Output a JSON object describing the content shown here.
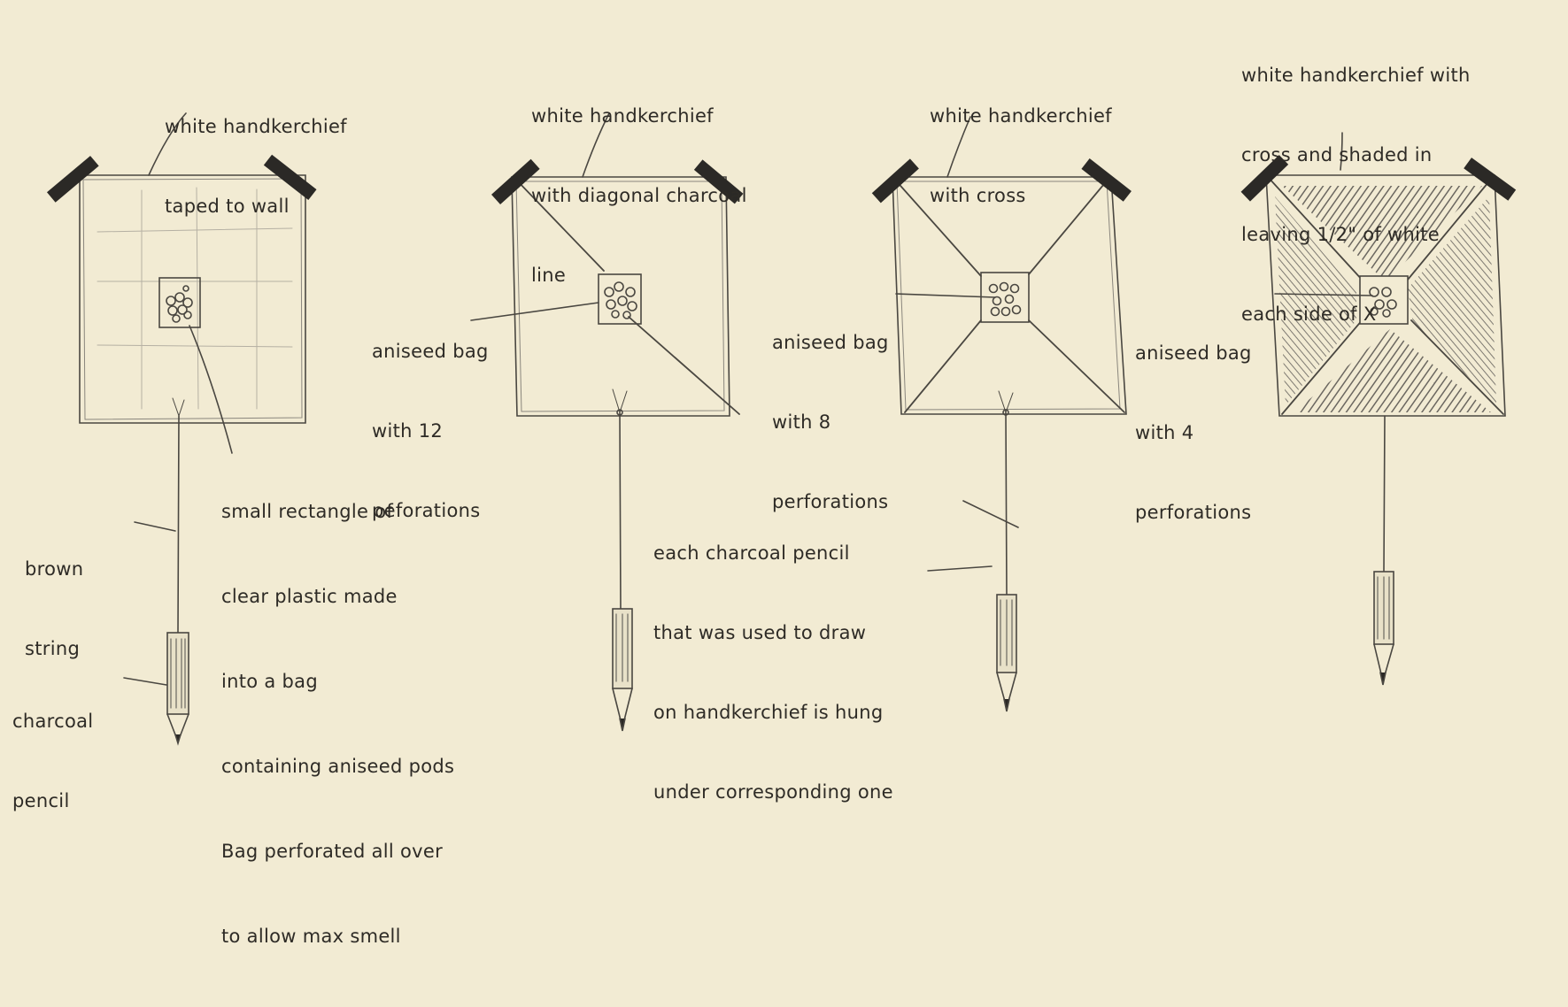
{
  "panels": [
    {
      "caption": [
        "white handkerchief",
        "taped to wall"
      ],
      "bag_label": [],
      "note": [
        "small rectangle of",
        "clear plastic made",
        "into a bag",
        "containing aniseed pods",
        "Bag perforated all over",
        "to allow max smell"
      ]
    },
    {
      "caption": [
        "white handkerchief",
        "with diagonal charcoal",
        "line"
      ],
      "bag_label": [
        "aniseed bag",
        "with 12",
        "peforations"
      ],
      "note": []
    },
    {
      "caption": [
        "white handkerchief",
        "with cross"
      ],
      "bag_label": [
        "aniseed bag",
        "with 8",
        "perforations"
      ],
      "note": []
    },
    {
      "caption": [
        "white handkerchief with",
        "cross and shaded in",
        "leaving 1/2\" of white",
        "each side of X"
      ],
      "bag_label": [
        "aniseed bag",
        "with 4",
        "perforations"
      ],
      "note": []
    }
  ],
  "side_labels": {
    "string": [
      "brown",
      "string"
    ],
    "pencil": [
      "charcoal",
      "pencil"
    ]
  },
  "center_note": [
    "each charcoal pencil",
    "that was used to draw",
    "on handkerchief is hung",
    "under corresponding one"
  ]
}
